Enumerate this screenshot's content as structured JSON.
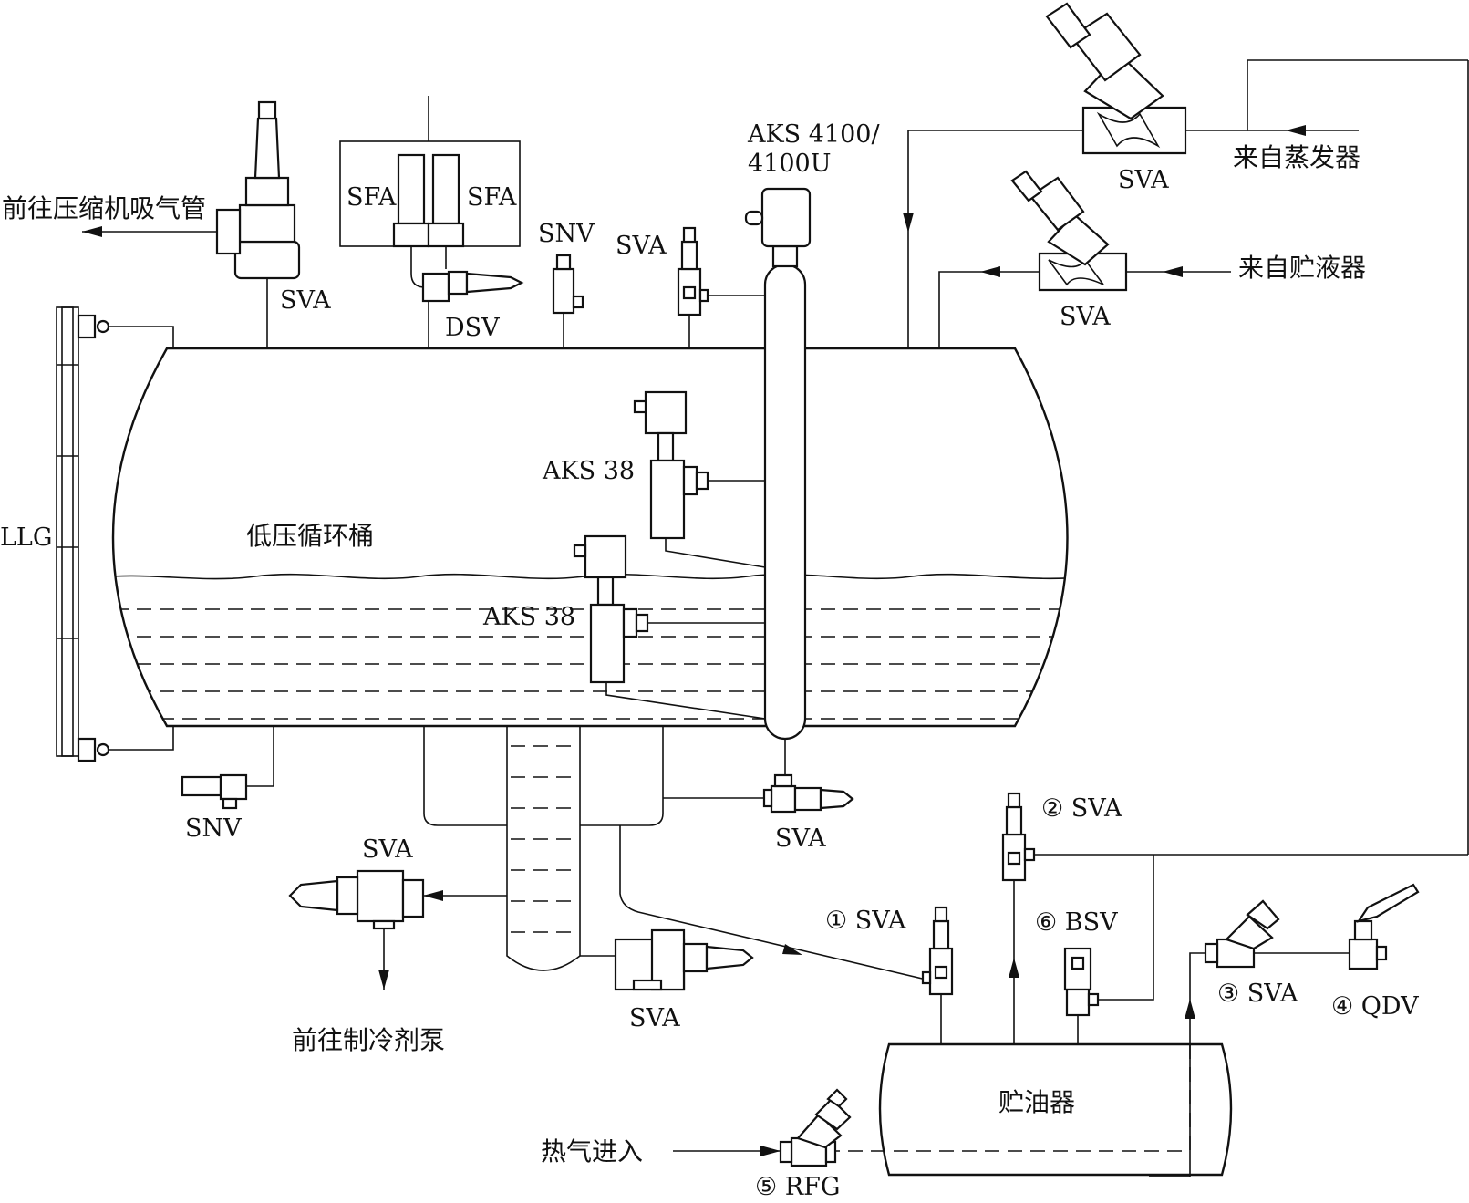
{
  "labels": {
    "to_compressor": "前往压缩机吸气管",
    "sva_top_left": "SVA",
    "sfa_left": "SFA",
    "sfa_right": "SFA",
    "dsv": "DSV",
    "snv_top": "SNV",
    "sva_top_mid": "SVA",
    "aks4100_line1": "AKS 4100/",
    "aks4100_line2": "4100U",
    "sva_evap": "SVA",
    "from_evaporator": "来自蒸发器",
    "sva_receiver": "SVA",
    "from_receiver": "来自贮液器",
    "llg": "LLG",
    "vessel": "低压循环桶",
    "aks38_upper": "AKS 38",
    "aks38_lower": "AKS 38",
    "snv_bottom": "SNV",
    "sva_bottom_mid": "SVA",
    "sva_pump": "SVA",
    "to_pump": "前往制冷剂泵",
    "sva_sump": "SVA",
    "sva_1": "① SVA",
    "sva_2": "② SVA",
    "bsv_6": "⑥ BSV",
    "sva_3": "③ SVA",
    "qdv_4": "④ QDV",
    "oil_pot": "贮油器",
    "hot_gas": "热气进入",
    "rfg_5": "⑤ RFG"
  }
}
